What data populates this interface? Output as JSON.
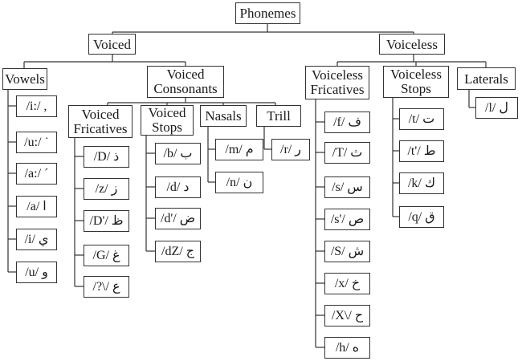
{
  "root": "Phonemes",
  "voiced": {
    "label": "Voiced",
    "vowels": {
      "label": "Vowels",
      "items": [
        "/i:/ ,",
        "/u:/ ˙",
        "/a:/ ´",
        "/a/ ا",
        "/i/ ي",
        "/u/ و"
      ]
    },
    "consonants": {
      "label": "Voiced Consonants",
      "fricatives": {
        "label": "Voiced Fricatives",
        "items": [
          "/D/ ذ",
          "/z/ ز",
          "/D'/ ظ",
          "/G/ غ",
          "/?\\/ ع"
        ]
      },
      "stops": {
        "label": "Voiced Stops",
        "items": [
          "/b/ ب",
          "/d/ د",
          "/d'/ ض",
          "/dZ/ ج"
        ]
      },
      "nasals": {
        "label": "Nasals",
        "items": [
          "/m/ م",
          "/n/ ن"
        ]
      },
      "trill": {
        "label": "Trill",
        "items": [
          "/r/ ر"
        ]
      }
    }
  },
  "voiceless": {
    "label": "Voiceless",
    "fricatives": {
      "label": "Voiceless Fricatives",
      "items": [
        "/f/ ف",
        "/T/ ث",
        "/s/ س",
        "/s'/ ص",
        "/S/ ش",
        "/x/ خ",
        "/X\\/ ح",
        "/h/ ه"
      ]
    },
    "stops": {
      "label": "Voiceless Stops",
      "items": [
        "/t/ ت",
        "/t'/ ط",
        "/k/ ك",
        "/q/ ق"
      ]
    },
    "laterals": {
      "label": "Laterals",
      "items": [
        "/l/ ل"
      ]
    }
  }
}
